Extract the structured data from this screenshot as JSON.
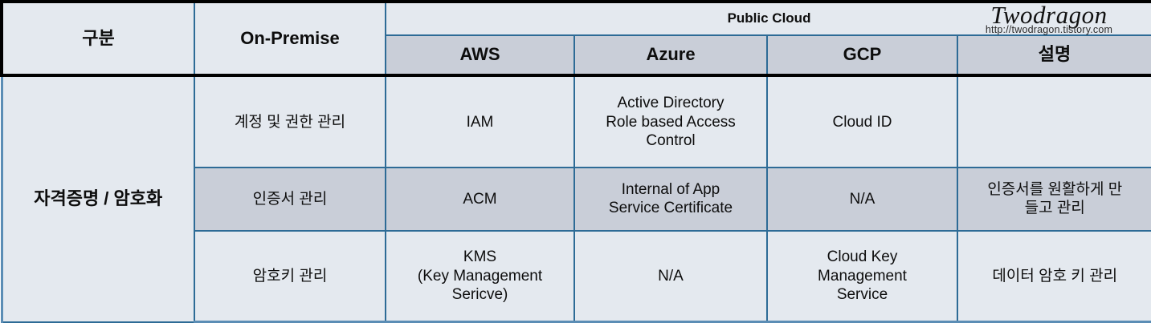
{
  "brand": {
    "name": "Twodragon",
    "url": "http://twodragon.tistory.com"
  },
  "table": {
    "header": {
      "group_label": "Public Cloud",
      "columns": [
        {
          "key": "gubun",
          "label": "구분"
        },
        {
          "key": "onprem",
          "label": "On-Premise"
        },
        {
          "key": "aws",
          "label": "AWS"
        },
        {
          "key": "azure",
          "label": "Azure"
        },
        {
          "key": "gcp",
          "label": "GCP"
        },
        {
          "key": "desc",
          "label": "설명"
        }
      ]
    },
    "category": "자격증명 / 암호화",
    "rows": [
      {
        "shaded": false,
        "onprem": "계정 및 권한 관리",
        "aws": "IAM",
        "azure": "Active Directory\nRole based Access\nControl",
        "gcp": "Cloud ID",
        "desc": ""
      },
      {
        "shaded": true,
        "onprem": "인증서 관리",
        "aws": "ACM",
        "azure": "Internal of App\nService Certificate",
        "gcp": "N/A",
        "desc": "인증서를 원활하게 만\n들고 관리"
      },
      {
        "shaded": false,
        "onprem": "암호키 관리",
        "aws": "KMS\n(Key Management\nSericve)",
        "azure": "N/A",
        "gcp": "Cloud Key\nManagement\nService",
        "desc": "데이터 암호 키 관리"
      }
    ]
  },
  "colors": {
    "cell_light": "#e4e9ef",
    "cell_shade": "#c9ced8",
    "border_blue": "#2d6b96",
    "border_black": "#000000"
  }
}
